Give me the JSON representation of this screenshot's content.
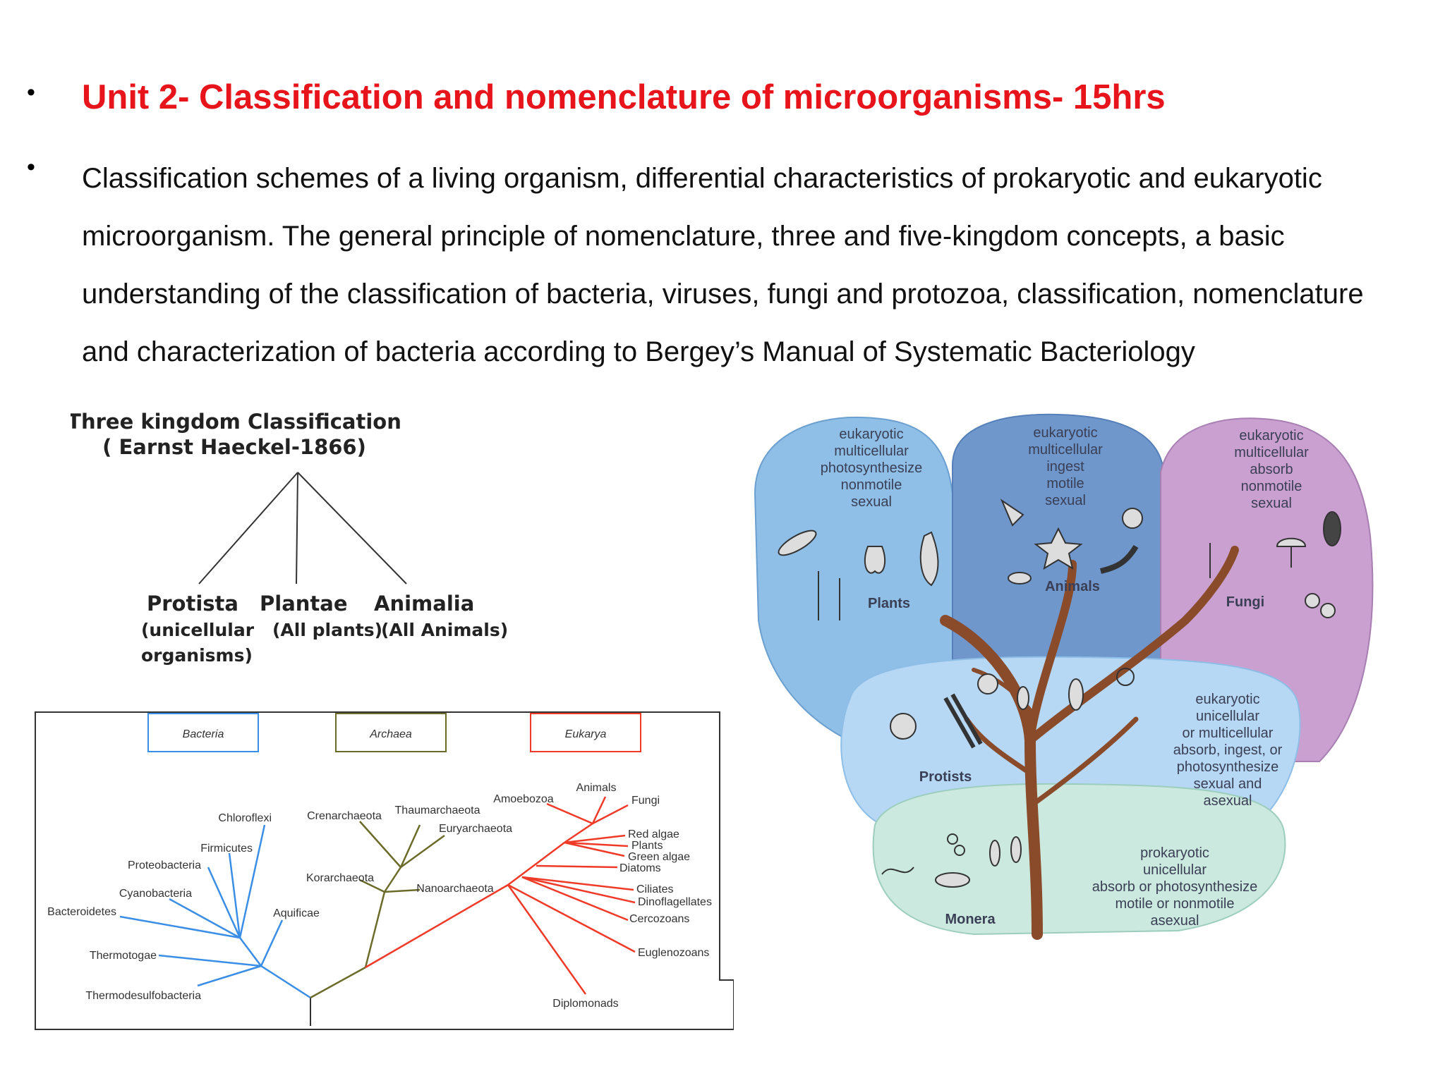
{
  "slide": {
    "bullets": [
      "•",
      "•"
    ],
    "title": "Unit 2- Classification and nomenclature of microorganisms- 15hrs",
    "body_lines": [
      "Classification schemes of a living organism, differential characteristics of prokaryotic and eukaryotic",
      "microorganism. The general principle of nomenclature, three and five-kingdom concepts, a basic",
      "understanding of the classification of bacteria, viruses, fungi and protozoa, classification, nomenclature",
      "and characterization of bacteria according to Bergey’s Manual of Systematic Bacteriology"
    ]
  },
  "haeckel": {
    "title": "Three kingdom Classification",
    "subtitle": "( Earnst Haeckel-1866)",
    "kingdoms": [
      {
        "name": "Protista",
        "desc": [
          "(unicellular",
          "organisms)"
        ]
      },
      {
        "name": "Plantae",
        "desc": [
          "(All plants)"
        ]
      },
      {
        "name": "Animalia",
        "desc": [
          "(All Animals)"
        ]
      }
    ]
  },
  "tree_of_life": {
    "domains": [
      "Bacteria",
      "Archaea",
      "Eukarya"
    ],
    "colors": {
      "bacteria": "#3a8ee6",
      "archaea": "#6b6b2a",
      "eukarya": "#f03a28"
    },
    "bacteria": [
      "Chloroflexi",
      "Firmicutes",
      "Proteobacteria",
      "Cyanobacteria",
      "Bacteroidetes",
      "Aquificae",
      "Thermotogae",
      "Thermodesulfobacteria"
    ],
    "archaea": [
      "Crenarchaeota",
      "Thaumarchaeota",
      "Euryarchaeota",
      "Korarchaeota",
      "Nanoarchaeota"
    ],
    "eukarya": [
      "Animals",
      "Amoebozoa",
      "Fungi",
      "Red algae",
      "Plants",
      "Green algae",
      "Diatoms",
      "Ciliates",
      "Dinoflagellates",
      "Cercozoans",
      "Euglenozoans",
      "Diplomonads"
    ]
  },
  "five_kingdom": {
    "plants": {
      "label": "Plants",
      "traits": [
        "eukaryotic",
        "multicellular",
        "photosynthesize",
        "nonmotile",
        "sexual"
      ]
    },
    "animals": {
      "label": "Animals",
      "traits": [
        "eukaryotic",
        "multicellular",
        "ingest",
        "motile",
        "sexual"
      ]
    },
    "fungi": {
      "label": "Fungi",
      "traits": [
        "eukaryotic",
        "multicellular",
        "absorb",
        "nonmotile",
        "sexual"
      ]
    },
    "protists": {
      "label": "Protists",
      "traits": [
        "eukaryotic",
        "unicellular",
        "or multicellular",
        "absorb, ingest, or",
        "photosynthesize",
        "sexual and",
        "asexual"
      ]
    },
    "monera": {
      "label": "Monera",
      "traits": [
        "prokaryotic",
        "unicellular",
        "absorb or photosynthesize",
        "motile or nonmotile",
        "asexual"
      ]
    }
  }
}
